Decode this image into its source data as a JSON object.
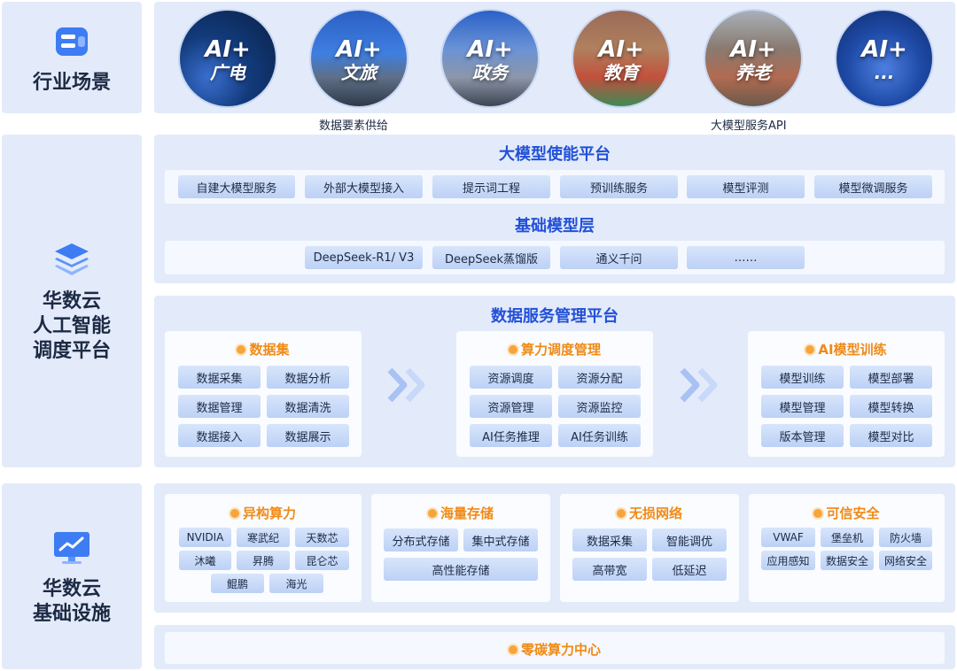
{
  "left_labels": {
    "industry": "行业场景",
    "platform": [
      "华数云",
      "人工智能",
      "调度平台"
    ],
    "infra": [
      "华数云",
      "基础设施"
    ]
  },
  "scenes": [
    {
      "ai": "AI+",
      "sub": "广电"
    },
    {
      "ai": "AI+",
      "sub": "文旅"
    },
    {
      "ai": "AI+",
      "sub": "政务"
    },
    {
      "ai": "AI+",
      "sub": "教育"
    },
    {
      "ai": "AI+",
      "sub": "养老"
    },
    {
      "ai": "AI+",
      "sub": "..."
    }
  ],
  "captions": {
    "left": "数据要素供给",
    "right": "大模型服务API"
  },
  "model_platform": {
    "title": "大模型使能平台",
    "services": [
      "自建大模型服务",
      "外部大模型接入",
      "提示词工程",
      "预训练服务",
      "模型评测",
      "模型微调服务"
    ],
    "base_title": "基础模型层",
    "base_models": [
      "DeepSeek-R1/ V3",
      "DeepSeek蒸馏版",
      "通义千问",
      "……"
    ]
  },
  "data_platform": {
    "title": "数据服务管理平台",
    "cards": [
      {
        "title": "数据集",
        "items": [
          "数据采集",
          "数据分析",
          "数据管理",
          "数据清洗",
          "数据接入",
          "数据展示"
        ]
      },
      {
        "title": "算力调度管理",
        "items": [
          "资源调度",
          "资源分配",
          "资源管理",
          "资源监控",
          "AI任务推理",
          "AI任务训练"
        ]
      },
      {
        "title": "AI模型训练",
        "items": [
          "模型训练",
          "模型部署",
          "模型管理",
          "模型转换",
          "版本管理",
          "模型对比"
        ]
      }
    ]
  },
  "infra": {
    "compute": {
      "title": "异构算力",
      "items": [
        "NVIDIA",
        "寒武纪",
        "天数芯",
        "沐曦",
        "昇腾",
        "昆仑芯",
        "鲲鹏",
        "海光"
      ]
    },
    "storage": {
      "title": "海量存储",
      "items": [
        "分布式存储",
        "集中式存储",
        "高性能存储"
      ]
    },
    "network": {
      "title": "无损网络",
      "items": [
        "数据采集",
        "智能调优",
        "高带宽",
        "低延迟"
      ]
    },
    "security": {
      "title": "可信安全",
      "items": [
        "VWAF",
        "堡垒机",
        "防火墙",
        "应用感知",
        "数据安全",
        "网络安全"
      ]
    },
    "datacenter": "零碳算力中心"
  },
  "colors": {
    "accent_blue": "#2250d8",
    "accent_orange": "#f08a17",
    "panel_bg": "#e3ebfa"
  }
}
